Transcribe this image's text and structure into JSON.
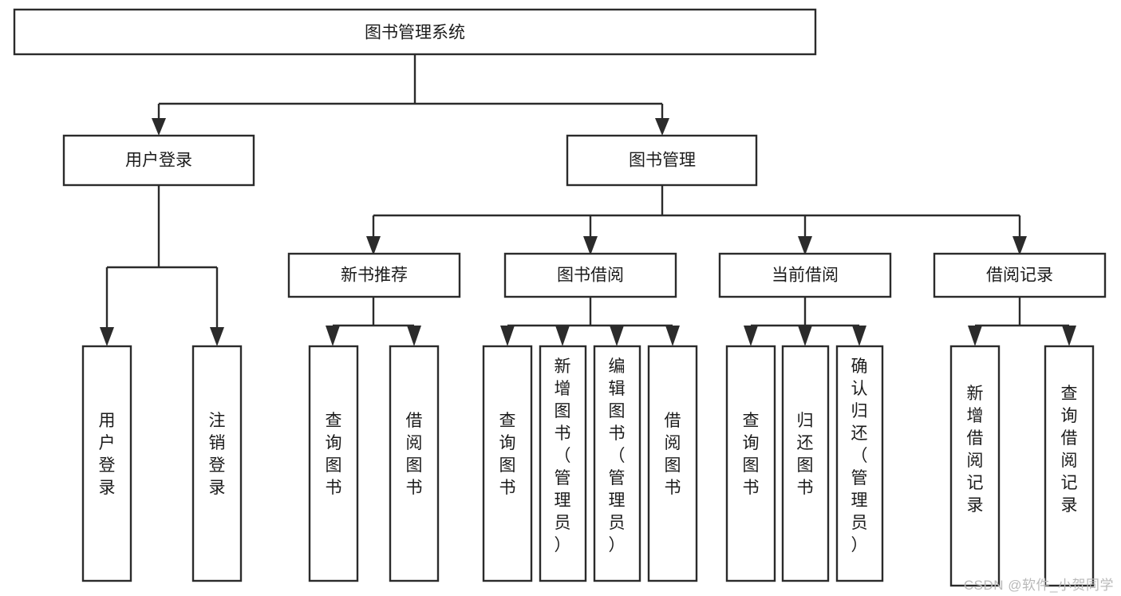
{
  "diagram": {
    "title": "图书管理系统",
    "type": "tree",
    "orientation": "top-down",
    "colors": {
      "background": "#ffffff",
      "box_fill": "#ffffff",
      "box_stroke": "#2b2b2b",
      "text": "#1b1b1b",
      "watermark": "#b9b9b9"
    },
    "nodes": {
      "root": {
        "label": "图书管理系统",
        "level": 1,
        "orientation": "horizontal"
      },
      "l2": [
        {
          "id": "user-login",
          "label": "用户登录",
          "level": 2,
          "orientation": "horizontal"
        },
        {
          "id": "book-manage",
          "label": "图书管理",
          "level": 2,
          "orientation": "horizontal"
        }
      ],
      "l3": [
        {
          "id": "new-book-rec",
          "label": "新书推荐",
          "level": 3,
          "orientation": "horizontal",
          "parent": "book-manage"
        },
        {
          "id": "book-borrow",
          "label": "图书借阅",
          "level": 3,
          "orientation": "horizontal",
          "parent": "book-manage"
        },
        {
          "id": "current-borrow",
          "label": "当前借阅",
          "level": 3,
          "orientation": "horizontal",
          "parent": "book-manage"
        },
        {
          "id": "borrow-record",
          "label": "借阅记录",
          "level": 3,
          "orientation": "horizontal",
          "parent": "book-manage"
        }
      ],
      "leaves": [
        {
          "id": "leaf-user-login",
          "label": "用户登录",
          "parent": "user-login",
          "orientation": "vertical",
          "chars": [
            "用",
            "户",
            "登",
            "录"
          ]
        },
        {
          "id": "leaf-logout",
          "label": "注销登录",
          "parent": "user-login",
          "orientation": "vertical",
          "chars": [
            "注",
            "销",
            "登",
            "录"
          ]
        },
        {
          "id": "leaf-query-book-1",
          "label": "查询图书",
          "parent": "new-book-rec",
          "orientation": "vertical",
          "chars": [
            "查",
            "询",
            "图",
            "书"
          ]
        },
        {
          "id": "leaf-borrow-book-1",
          "label": "借阅图书",
          "parent": "new-book-rec",
          "orientation": "vertical",
          "chars": [
            "借",
            "阅",
            "图",
            "书"
          ]
        },
        {
          "id": "leaf-query-book-2",
          "label": "查询图书",
          "parent": "book-borrow",
          "orientation": "vertical",
          "chars": [
            "查",
            "询",
            "图",
            "书"
          ]
        },
        {
          "id": "leaf-add-book",
          "label": "新增图书（管理员）",
          "parent": "book-borrow",
          "orientation": "vertical",
          "chars": [
            "新",
            "增",
            "图",
            "书",
            "（",
            "管",
            "理",
            "员",
            "）"
          ]
        },
        {
          "id": "leaf-edit-book",
          "label": "编辑图书（管理员）",
          "parent": "book-borrow",
          "orientation": "vertical",
          "chars": [
            "编",
            "辑",
            "图",
            "书",
            "（",
            "管",
            "理",
            "员",
            "）"
          ]
        },
        {
          "id": "leaf-borrow-book-2",
          "label": "借阅图书",
          "parent": "book-borrow",
          "orientation": "vertical",
          "chars": [
            "借",
            "阅",
            "图",
            "书"
          ]
        },
        {
          "id": "leaf-query-book-3",
          "label": "查询图书",
          "parent": "current-borrow",
          "orientation": "vertical",
          "chars": [
            "查",
            "询",
            "图",
            "书"
          ]
        },
        {
          "id": "leaf-return-book",
          "label": "归还图书",
          "parent": "current-borrow",
          "orientation": "vertical",
          "chars": [
            "归",
            "还",
            "图",
            "书"
          ]
        },
        {
          "id": "leaf-confirm-return",
          "label": "确认归还（管理员）",
          "parent": "current-borrow",
          "orientation": "vertical",
          "chars": [
            "确",
            "认",
            "归",
            "还",
            "（",
            "管",
            "理",
            "员",
            "）"
          ]
        },
        {
          "id": "leaf-add-record",
          "label": "新增借阅记录",
          "parent": "borrow-record",
          "orientation": "vertical",
          "chars": [
            "新",
            "增",
            "借",
            "阅",
            "记",
            "录"
          ]
        },
        {
          "id": "leaf-query-record",
          "label": "查询借阅记录",
          "parent": "borrow-record",
          "orientation": "vertical",
          "chars": [
            "查",
            "询",
            "借",
            "阅",
            "记",
            "录"
          ]
        }
      ]
    }
  },
  "watermark": {
    "text": "CSDN @软件_小贺同学"
  }
}
